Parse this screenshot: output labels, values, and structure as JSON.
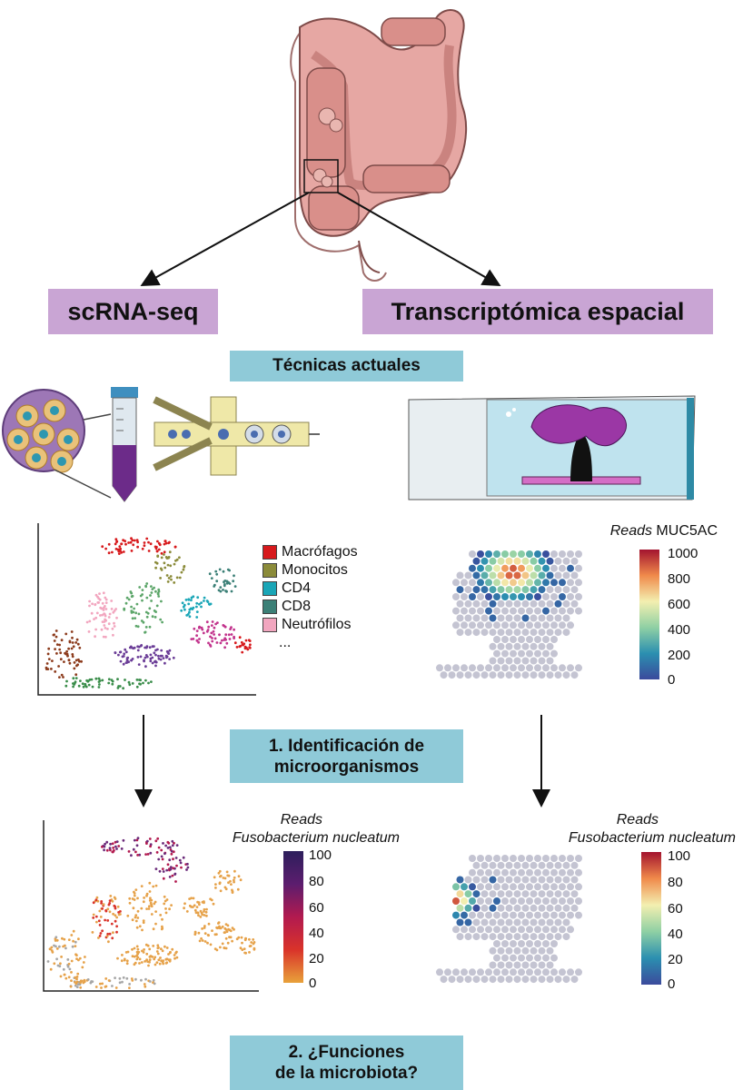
{
  "top": {
    "left_method": "scRNA-seq",
    "right_method": "Transcriptómica espacial",
    "techniques_label": "Técnicas actuales"
  },
  "legend": {
    "items": [
      {
        "label": "Macrófagos",
        "color": "#d7191c"
      },
      {
        "label": "Monocitos",
        "color": "#8b8b3a"
      },
      {
        "label": "CD4",
        "color": "#1aa6b7"
      },
      {
        "label": "CD8",
        "color": "#3c8077"
      },
      {
        "label": "Neutrófilos",
        "color": "#f2a6bf"
      }
    ],
    "more": "..."
  },
  "colorbars": {
    "muc5ac": {
      "title_italic": "Reads",
      "title_rest": " MUC5AC",
      "ticks": [
        "1000",
        "800",
        "600",
        "400",
        "200",
        "0"
      ]
    },
    "fuso_sc": {
      "title_line1": "Reads",
      "title_line2": "Fusobacterium nucleatum",
      "ticks": [
        "100",
        "80",
        "60",
        "40",
        "20",
        "0"
      ]
    },
    "fuso_st": {
      "title_line1": "Reads",
      "title_line2": "Fusobacterium nucleatum",
      "ticks": [
        "100",
        "80",
        "60",
        "40",
        "20",
        "0"
      ]
    }
  },
  "steps": {
    "step1_line1": "1. Identificación de",
    "step1_line2": "microorganismos",
    "step2_line1": "2. ¿Funciones",
    "step2_line2": "de la microbiota?"
  },
  "colors": {
    "purple_box": "#c9a5d4",
    "teal_box": "#8fcad8",
    "colon": "#d98f8a",
    "spot_grey": "#c4c4d2"
  }
}
